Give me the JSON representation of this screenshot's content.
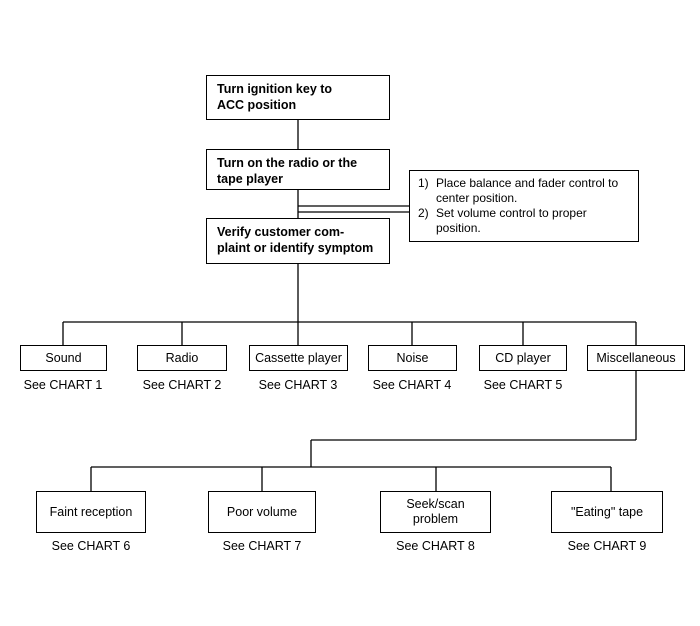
{
  "steps": [
    [
      "Turn ignition key to",
      "ACC position"
    ],
    [
      "Turn on the radio or the",
      "tape player"
    ],
    [
      "Verify customer com-",
      "plaint  or identify symptom"
    ]
  ],
  "note": [
    {
      "num": "1)",
      "text": "Place balance and fader control to center position."
    },
    {
      "num": "2)",
      "text": "Set volume control to proper position."
    }
  ],
  "categories": [
    {
      "label": "Sound",
      "ref": "See CHART 1"
    },
    {
      "label": "Radio",
      "ref": "See CHART 2"
    },
    {
      "label": "Cassette player",
      "ref": "See CHART 3"
    },
    {
      "label": "Noise",
      "ref": "See CHART 4"
    },
    {
      "label": "CD player",
      "ref": "See CHART 5"
    },
    {
      "label": "Miscellaneous",
      "ref": ""
    }
  ],
  "misc_items": [
    {
      "label": [
        "Faint reception"
      ],
      "ref": "See CHART 6"
    },
    {
      "label": [
        "Poor volume"
      ],
      "ref": "See CHART 7"
    },
    {
      "label": [
        "Seek/scan",
        "problem"
      ],
      "ref": "See CHART 8"
    },
    {
      "label": [
        "\"Eating\" tape"
      ],
      "ref": "See CHART 9"
    }
  ]
}
